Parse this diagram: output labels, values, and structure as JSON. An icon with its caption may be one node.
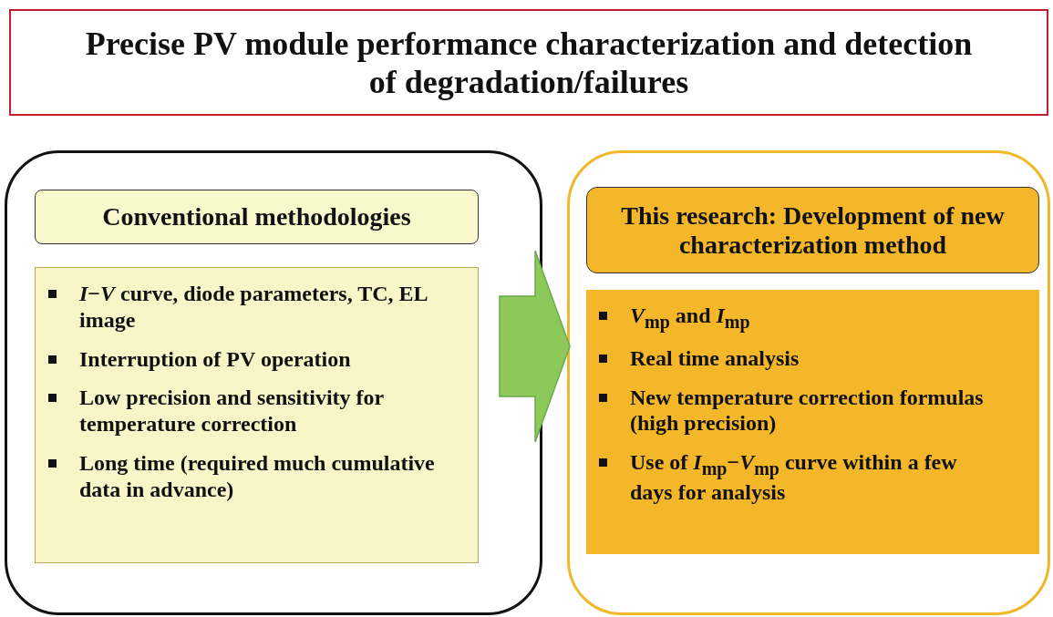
{
  "diagram": {
    "nodes": [
      {
        "text": [
          "Precise PV module performance characterization and detection of degradation/failures"
        ]
      },
      {
        "text": [],
        "shape": "box"
      },
      {
        "text": [
          "Conventional methodologies"
        ],
        "in": 1
      },
      {
        "text": [
          "*I*−*V* curve, diode parameters, TC, EL image",
          "Interruption of PV operation",
          "Low precision and sensitivity for temperature correction",
          "Long time (required much cumulative data in advance)"
        ],
        "in": 1
      },
      {
        "text": [],
        "shape": "box"
      },
      {
        "text": [
          "This research: Development of new characterization method"
        ],
        "in": 4
      },
      {
        "text": [
          "*V*$_{mp}$ and *I*$_{mp}$",
          "Real time analysis",
          "New temperature correction formulas (high precision)",
          "Use of *I*$_{mp}$−*V*$_{mp}$ curve within a few days for analysis"
        ],
        "in": 4
      }
    ],
    "edges": [
      {
        "from": 1,
        "to": 4,
        "arrow": "to"
      }
    ]
  }
}
